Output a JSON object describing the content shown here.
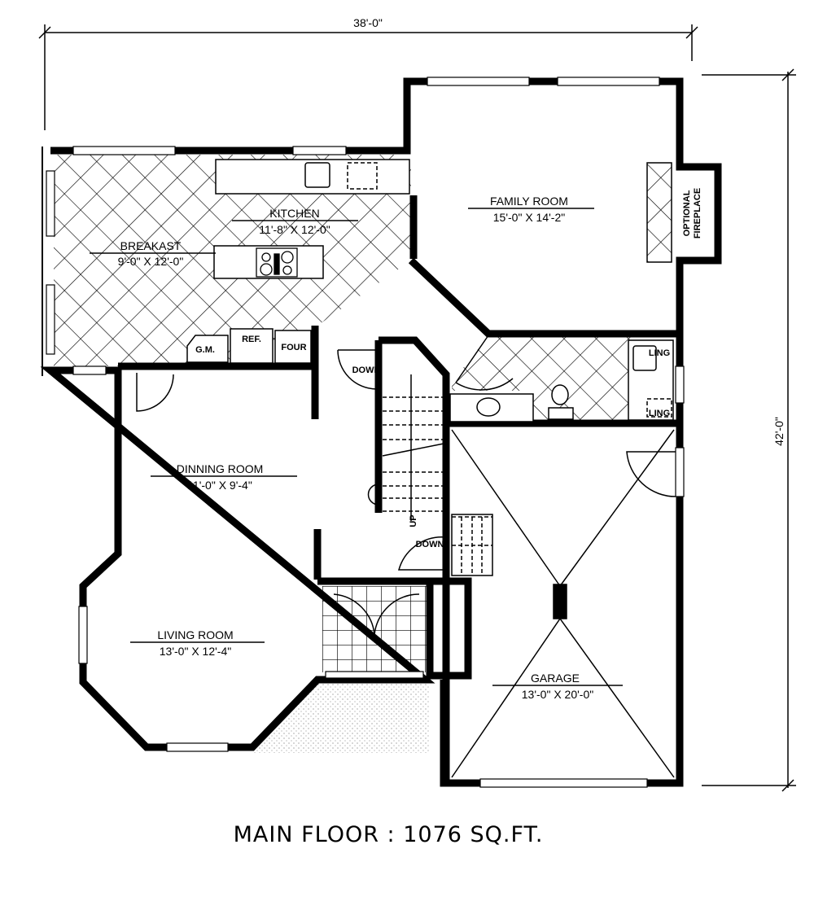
{
  "dimensions": {
    "width": "38'-0\"",
    "depth": "42'-0\""
  },
  "rooms": {
    "breakfast": {
      "name": "BREAKAST",
      "size": "9'-0\" X 12'-0\""
    },
    "kitchen": {
      "name": "KITCHEN",
      "size": "11'-8\" X 12'-0\""
    },
    "family": {
      "name": "FAMILY ROOM",
      "size": "15'-0\" X 14'-2\""
    },
    "dining": {
      "name": "DINNING ROOM",
      "size": "11'-0\" X 9'-4\""
    },
    "living": {
      "name": "LIVING ROOM",
      "size": "13'-0\" X 12'-4\""
    },
    "garage": {
      "name": "GARAGE",
      "size": "13'-0\" X 20'-0\""
    }
  },
  "fixtures": {
    "gm": "G.M.",
    "ref": "REF.",
    "four": "FOUR",
    "down1": "DOWN",
    "down2": "DOWN",
    "up": "UP",
    "ling1": "LING",
    "ling2": "LING",
    "fireplace1": "OPTIONAL",
    "fireplace2": "FIREPLACE"
  },
  "caption": "MAIN FLOOR : 1076 SQ.FT."
}
